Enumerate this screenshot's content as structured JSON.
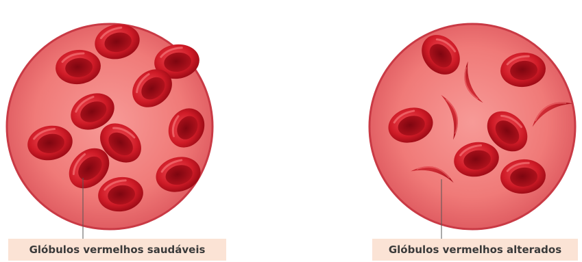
{
  "panels": {
    "healthy": {
      "label": "Glóbulos vermelhos saudáveis",
      "cell_shape": "biconcave disc"
    },
    "altered": {
      "label": "Glóbulos vermelhos alterados",
      "cell_shape": "sickle / crescent"
    }
  },
  "colors": {
    "plasma_fill": "#f07878",
    "plasma_edge": "#c93a45",
    "cell_dark": "#9e0b16",
    "cell_mid": "#cf1b27",
    "cell_light": "#ef4a52",
    "label_background": "#fbe3d5",
    "label_text": "#3a3a3a",
    "leader_line": "#555555"
  }
}
